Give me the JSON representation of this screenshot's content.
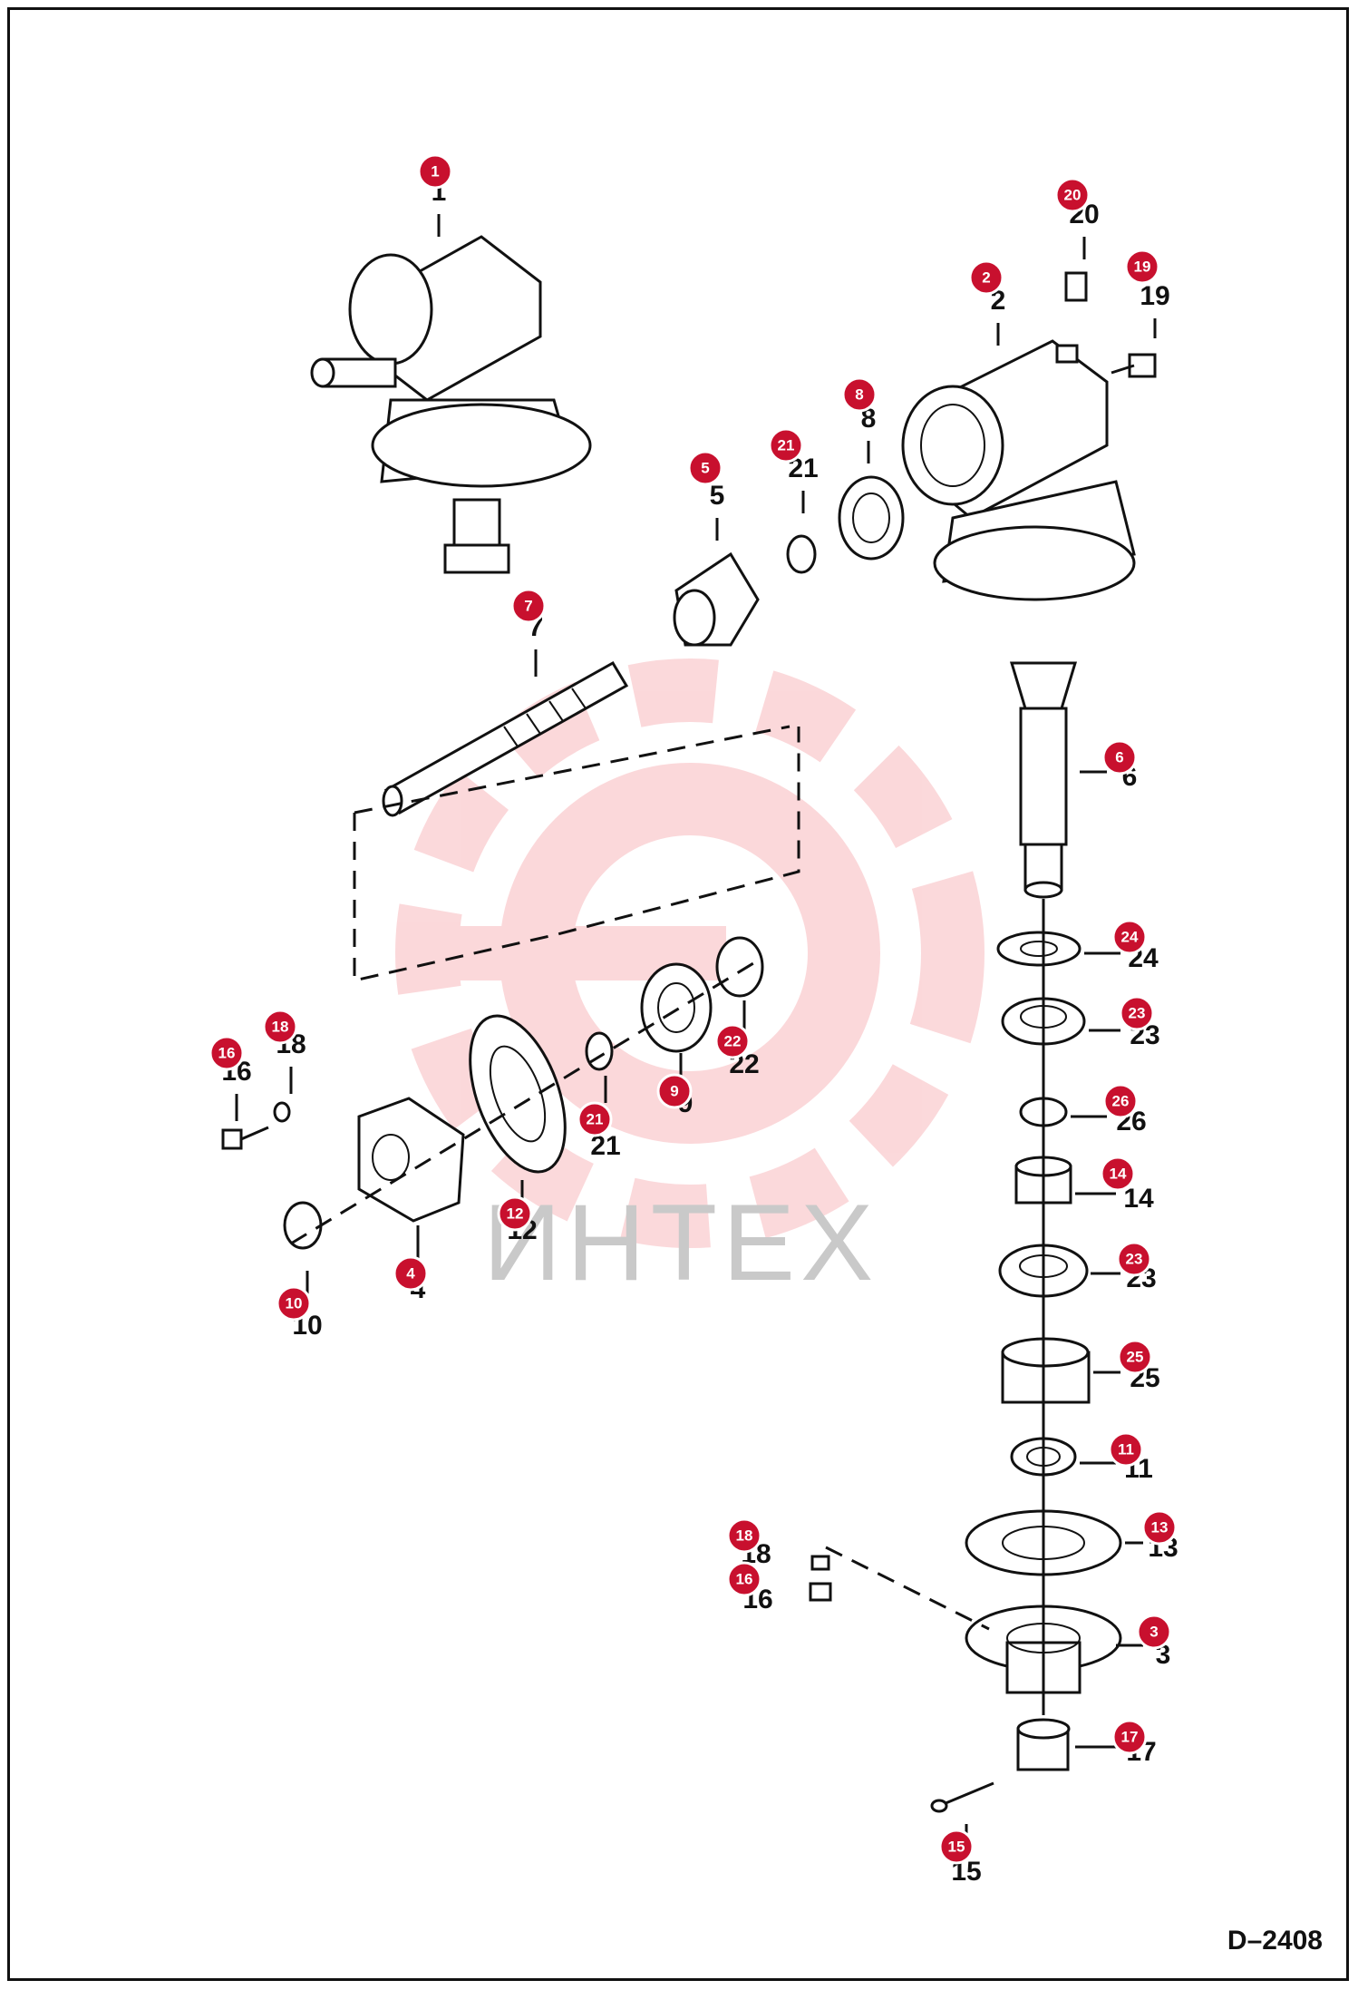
{
  "drawing_code": "D–2408",
  "watermark": {
    "text": "ИНТЕХ",
    "color": "#e8121e"
  },
  "accent_color": "#c8102e",
  "parts": [
    {
      "callout": "1",
      "label": "1"
    },
    {
      "callout": "2",
      "label": "2"
    },
    {
      "callout": "3",
      "label": "3"
    },
    {
      "callout": "4",
      "label": "4"
    },
    {
      "callout": "5",
      "label": "5"
    },
    {
      "callout": "6",
      "label": "6"
    },
    {
      "callout": "7",
      "label": "7"
    },
    {
      "callout": "8",
      "label": "8"
    },
    {
      "callout": "9",
      "label": "9"
    },
    {
      "callout": "10",
      "label": "10"
    },
    {
      "callout": "11",
      "label": "11"
    },
    {
      "callout": "12",
      "label": "12"
    },
    {
      "callout": "13",
      "label": "13"
    },
    {
      "callout": "14",
      "label": "14"
    },
    {
      "callout": "15",
      "label": "15"
    },
    {
      "callout": "16",
      "label": "16"
    },
    {
      "callout": "16",
      "label": "16"
    },
    {
      "callout": "17",
      "label": "17"
    },
    {
      "callout": "18",
      "label": "18"
    },
    {
      "callout": "18",
      "label": "18"
    },
    {
      "callout": "19",
      "label": "19"
    },
    {
      "callout": "20",
      "label": "20"
    },
    {
      "callout": "21",
      "label": "21"
    },
    {
      "callout": "21",
      "label": "21"
    },
    {
      "callout": "22",
      "label": "22"
    },
    {
      "callout": "23",
      "label": "23"
    },
    {
      "callout": "23",
      "label": "23"
    },
    {
      "callout": "24",
      "label": "24"
    },
    {
      "callout": "25",
      "label": "25"
    },
    {
      "callout": "26",
      "label": "26"
    }
  ]
}
